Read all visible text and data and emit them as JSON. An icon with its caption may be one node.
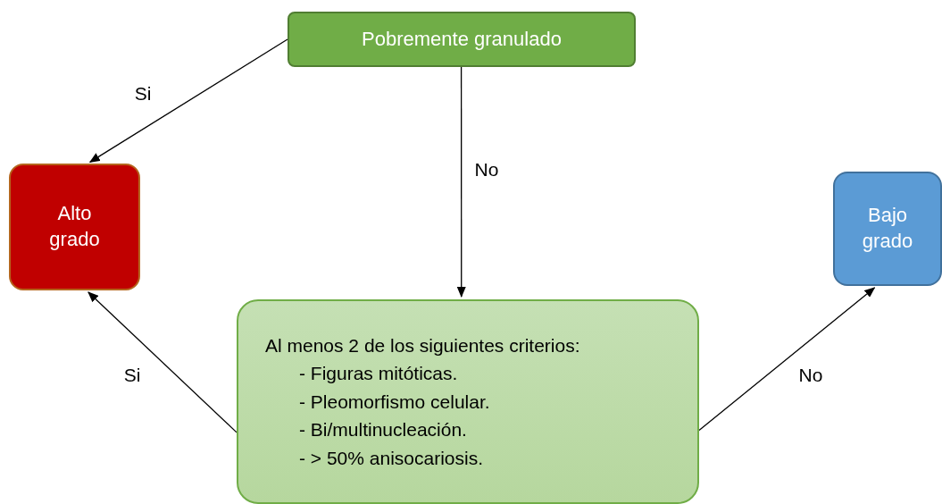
{
  "diagram": {
    "nodes": [
      {
        "text": [
          "Pobremente granulado"
        ]
      },
      {
        "text": [
          "Alto grado"
        ]
      },
      {
        "text": [
          "Bajo grado"
        ]
      },
      {
        "text": [
          "Al menos 2 de los siguientes criterios:",
          "- Figuras mitóticas.",
          "- Pleomorfismo celular.",
          "- Bi/multinucleación.",
          "- > 50% anisocariosis."
        ]
      }
    ],
    "edges": [
      {
        "from": 0,
        "to": 1,
        "arrow": "to",
        "label": "Si"
      },
      {
        "from": 0,
        "to": 3,
        "arrow": "to",
        "label": "No"
      },
      {
        "from": 3,
        "to": 1,
        "arrow": "to",
        "label": "Si"
      },
      {
        "from": 3,
        "to": 2,
        "arrow": "to",
        "label": "No"
      }
    ]
  }
}
